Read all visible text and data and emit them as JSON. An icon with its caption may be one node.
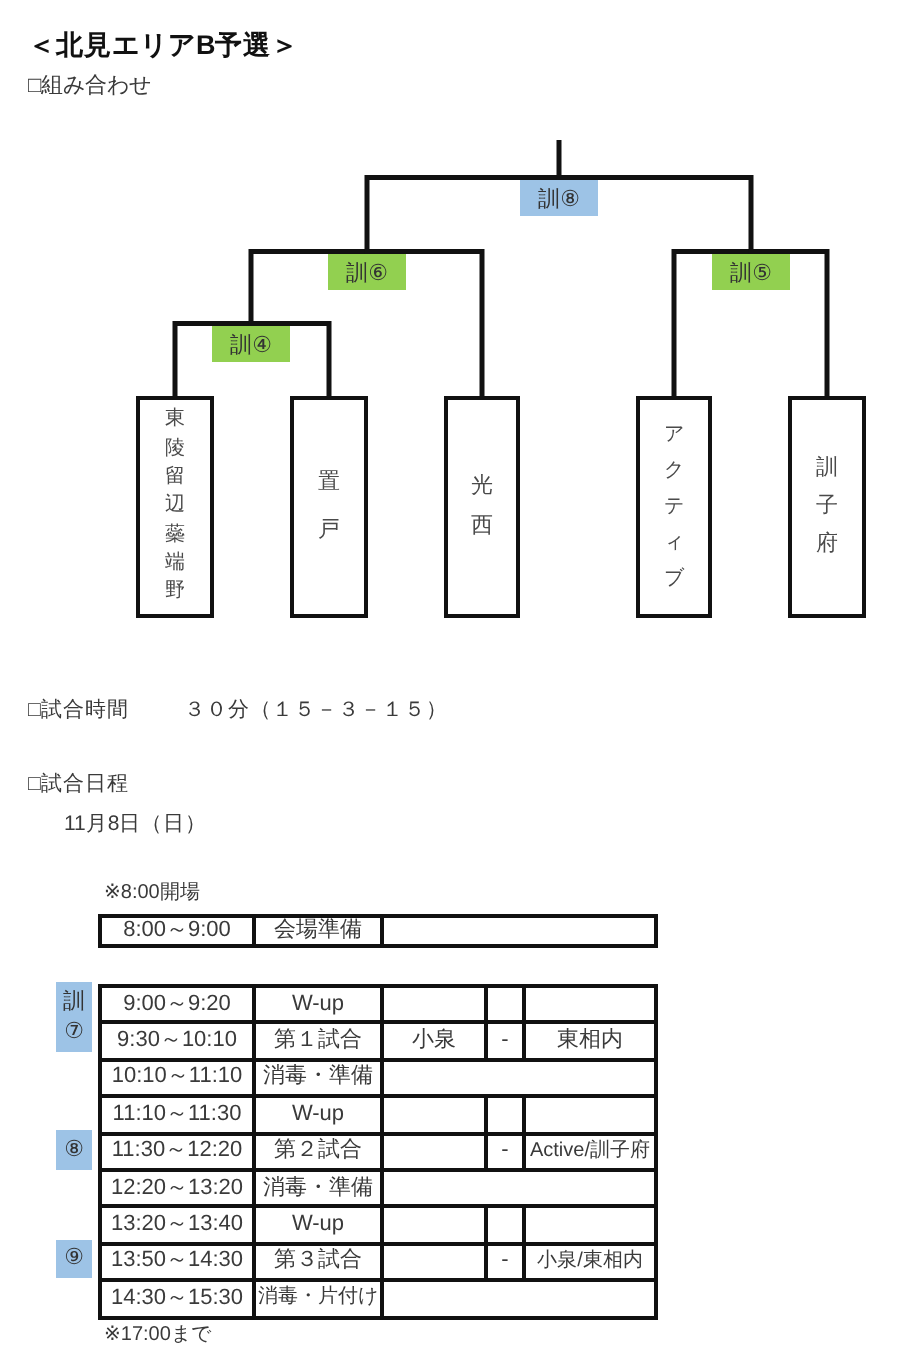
{
  "diagram": {
    "title": "＜北見エリアB予選＞",
    "nodes": [
      {
        "text": [
          "訓⑧"
        ]
      },
      {
        "text": [
          "訓⑥"
        ]
      },
      {
        "text": [
          "訓⑤"
        ]
      },
      {
        "text": [
          "訓④"
        ]
      },
      {
        "text": [
          "東陵留辺蘂端野"
        ]
      },
      {
        "text": [
          "置戸"
        ]
      },
      {
        "text": [
          "光西"
        ]
      },
      {
        "text": [
          "アクティブ"
        ]
      },
      {
        "text": [
          "訓子府"
        ]
      }
    ],
    "edges": [
      {
        "from": 0,
        "to": null,
        "arrow": "none"
      },
      {
        "from": 0,
        "to": 1,
        "arrow": "none"
      },
      {
        "from": 0,
        "to": 2,
        "arrow": "none"
      },
      {
        "from": 1,
        "to": 3,
        "arrow": "none"
      },
      {
        "from": 1,
        "to": 6,
        "arrow": "none"
      },
      {
        "from": 3,
        "to": 4,
        "arrow": "none"
      },
      {
        "from": 3,
        "to": 5,
        "arrow": "none"
      },
      {
        "from": 2,
        "to": 7,
        "arrow": "none"
      },
      {
        "from": 2,
        "to": 8,
        "arrow": "none"
      }
    ],
    "labels": [
      "□組み合わせ",
      "□試合時間",
      "３０分（１５－３－１５）",
      "□試合日程",
      "11月8日（日）",
      "※8:00開場",
      "8:00～9:00",
      "会場準備",
      "訓⑦",
      "9:00～9:20",
      "W-up",
      "9:30～10:10",
      "第１試合",
      "小泉",
      "-",
      "東相内",
      "10:10～11:10",
      "消毒・準備",
      "11:10～11:30",
      "W-up",
      "⑧",
      "11:30～12:20",
      "第２試合",
      "-",
      "Active/訓子府",
      "12:20～13:20",
      "消毒・準備",
      "13:20～13:40",
      "W-up",
      "⑨",
      "13:50～14:30",
      "第３試合",
      "-",
      "小泉/東相内",
      "14:30～15:30",
      "消毒・片付け",
      "※17:00まで"
    ]
  }
}
